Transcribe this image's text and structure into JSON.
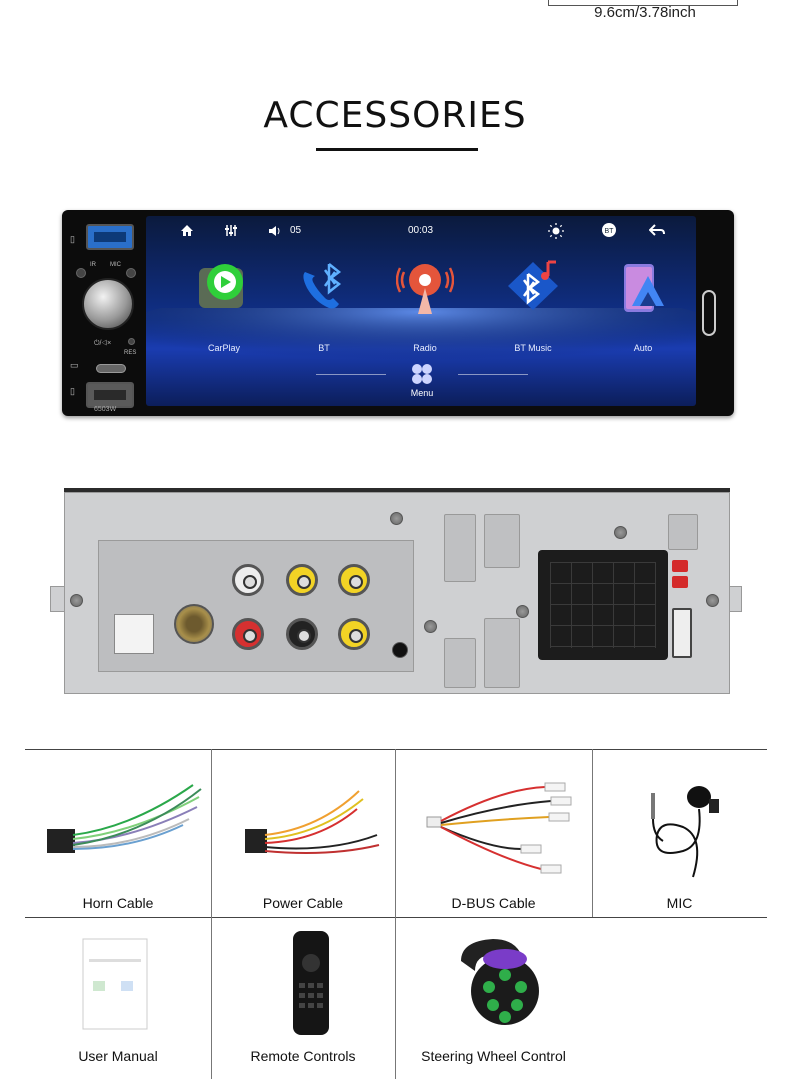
{
  "dimension": {
    "text": "9.6cm/3.78inch"
  },
  "heading": {
    "title": "ACCESSORIES"
  },
  "radio": {
    "model": "6503W",
    "panel_labels": {
      "ir": "IR",
      "mic": "MIC",
      "res": "RES",
      "power": "⏻/◁×"
    },
    "status": {
      "volume": "05",
      "time": "00:03"
    },
    "apps": [
      {
        "label": "CarPlay",
        "icon": "carplay-icon"
      },
      {
        "label": "BT",
        "icon": "bluetooth-phone-icon"
      },
      {
        "label": "Radio",
        "icon": "radio-icon"
      },
      {
        "label": "BT Music",
        "icon": "bluetooth-music-icon"
      },
      {
        "label": "Auto",
        "icon": "android-auto-icon"
      }
    ],
    "menu_label": "Menu"
  },
  "accessories": [
    {
      "label": "Horn Cable",
      "icon": "horn-cable-icon"
    },
    {
      "label": "Power Cable",
      "icon": "power-cable-icon"
    },
    {
      "label": "D-BUS Cable",
      "icon": "dbus-cable-icon"
    },
    {
      "label": "MIC",
      "icon": "microphone-icon"
    },
    {
      "label": "User Manual",
      "icon": "manual-icon"
    },
    {
      "label": "Remote Controls",
      "icon": "remote-control-icon"
    },
    {
      "label": "Steering Wheel Control",
      "icon": "steering-wheel-control-icon"
    }
  ]
}
